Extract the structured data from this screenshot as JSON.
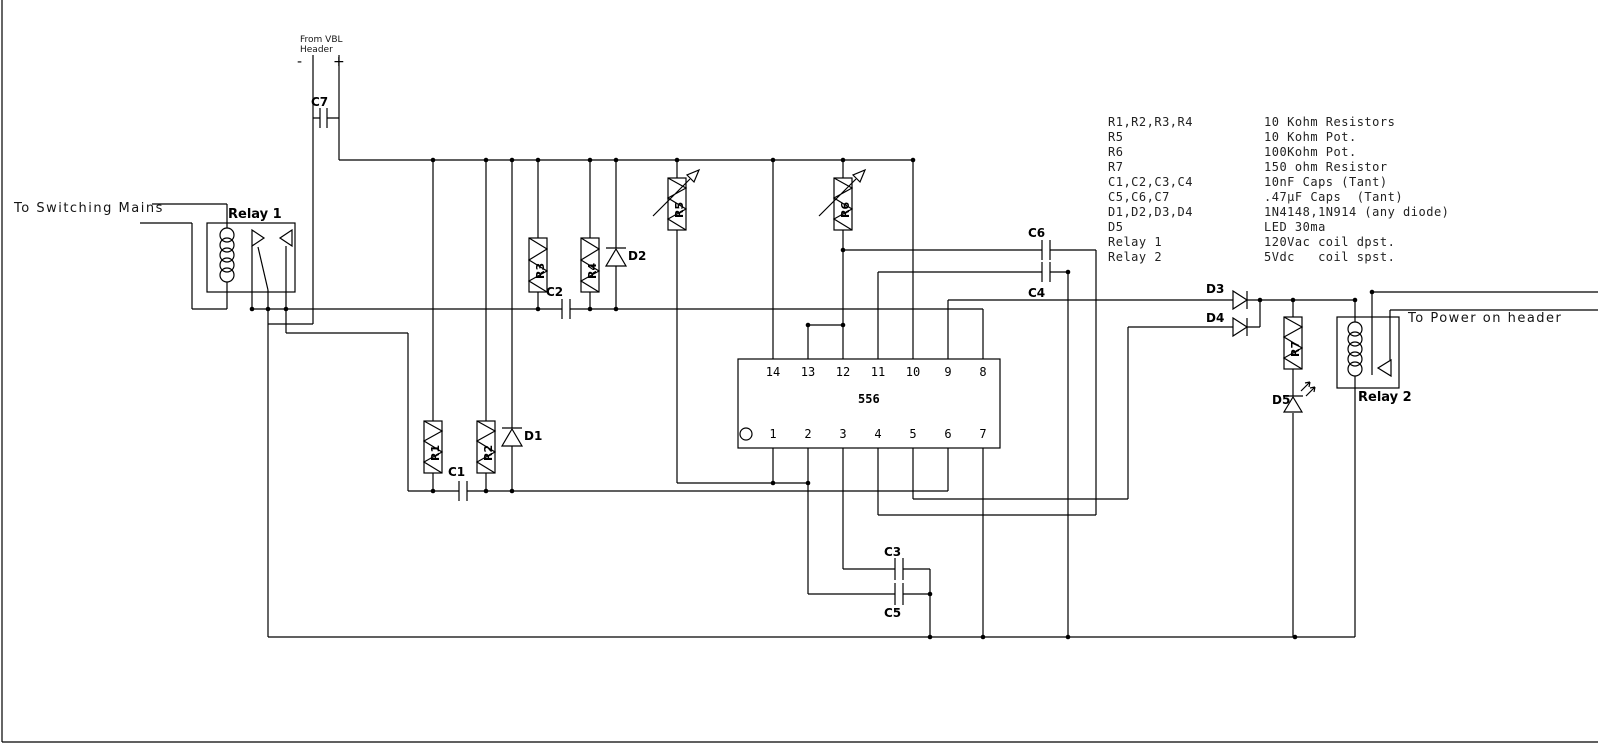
{
  "colors": {
    "ink": "#000000",
    "background": "#ffffff"
  },
  "labels": {
    "from_line1": "From VBL",
    "from_line2": "Header",
    "minus": "-",
    "plus": "+",
    "to_switching_mains": "To Switching Mains",
    "to_power": "To Power on header",
    "relay1": "Relay 1",
    "relay2": "Relay 2"
  },
  "ic": {
    "name": "556",
    "top_pins": [
      "14",
      "13",
      "12",
      "11",
      "10",
      "9",
      "8"
    ],
    "bottom_pins": [
      "1",
      "2",
      "3",
      "4",
      "5",
      "6",
      "7"
    ]
  },
  "components": {
    "r1": "R1",
    "r2": "R2",
    "r3": "R3",
    "r4": "R4",
    "r5": "R5",
    "r6": "R6",
    "r7": "R7",
    "c1": "C1",
    "c2": "C2",
    "c3": "C3",
    "c4": "C4",
    "c5": "C5",
    "c6": "C6",
    "c7": "C7",
    "d1": "D1",
    "d2": "D2",
    "d3": "D3",
    "d4": "D4",
    "d5": "D5"
  },
  "parts_list": [
    {
      "ref": "R1,R2,R3,R4",
      "desc": "10 Kohm Resistors"
    },
    {
      "ref": "R5",
      "desc": "10 Kohm Pot."
    },
    {
      "ref": "R6",
      "desc": "100Kohm Pot."
    },
    {
      "ref": "R7",
      "desc": "150 ohm Resistor"
    },
    {
      "ref": "C1,C2,C3,C4",
      "desc": "10nF Caps (Tant)"
    },
    {
      "ref": "C5,C6,C7",
      "desc": ".47µF Caps  (Tant)"
    },
    {
      "ref": "D1,D2,D3,D4",
      "desc": "1N4148,1N914 (any diode)"
    },
    {
      "ref": "D5",
      "desc": "LED 30ma"
    },
    {
      "ref": "Relay 1",
      "desc": "120Vac coil dpst."
    },
    {
      "ref": "Relay 2",
      "desc": "5Vdc   coil spst."
    }
  ]
}
